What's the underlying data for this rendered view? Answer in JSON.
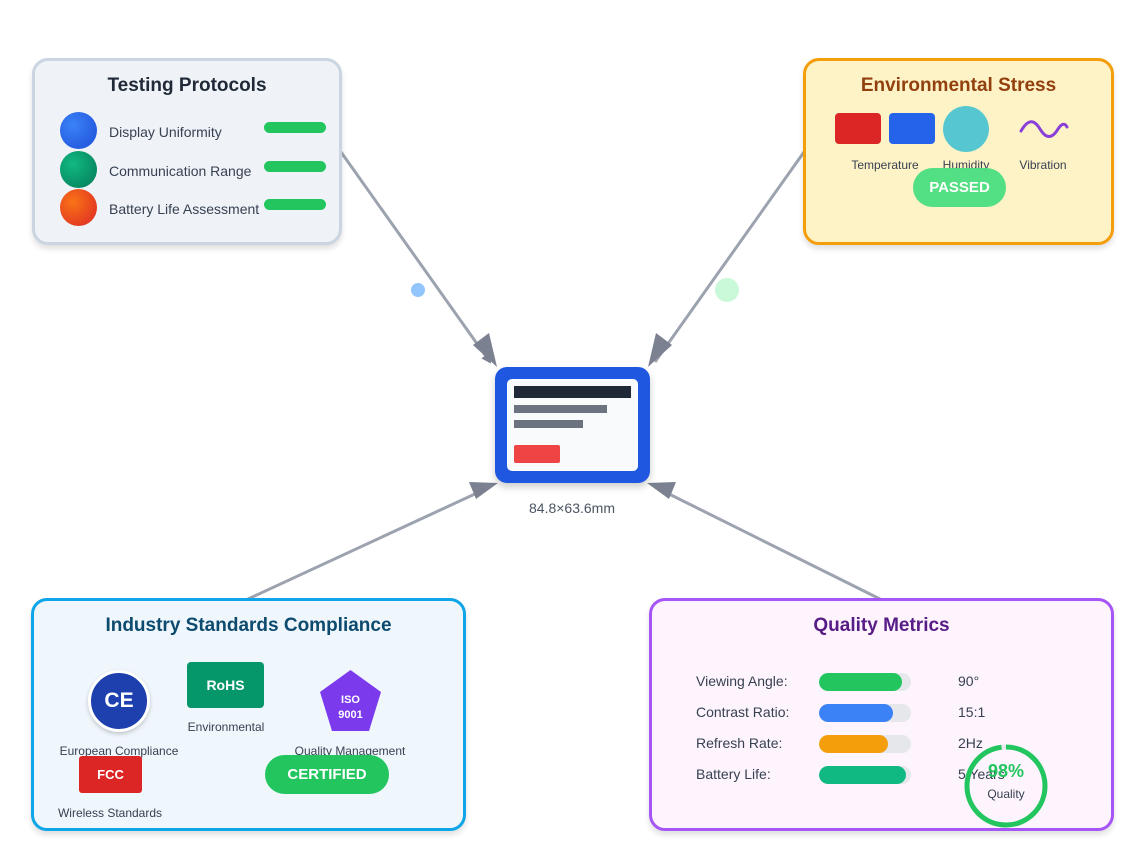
{
  "testing_protocols": {
    "title": "Testing Protocols",
    "items": [
      {
        "label": "Display Uniformity",
        "color": "#2563eb",
        "status_color": "#22c55e"
      },
      {
        "label": "Communication Range",
        "color": "#047857",
        "status_color": "#22c55e"
      },
      {
        "label": "Battery Life Assessment",
        "color": "#ea580c",
        "status_color": "#22c55e"
      }
    ]
  },
  "environmental_stress": {
    "title": "Environmental Stress",
    "items": [
      {
        "label": "Temperature",
        "icon": "temperature-swatch-icon",
        "color": "#dc2626"
      },
      {
        "label": "Humidity",
        "icon": "humidity-drop-icon",
        "color": "#56c7d0"
      },
      {
        "label": "Vibration",
        "icon": "vibration-wave-icon",
        "color": "#8b3fd9"
      }
    ],
    "extra_swatch_color": "#2563eb",
    "status": "PASSED"
  },
  "device": {
    "dimension": "84.8×63.6mm",
    "accent_color": "#2057e0",
    "button_color": "#ef4444"
  },
  "standards": {
    "title": "Industry Standards Compliance",
    "badges": [
      {
        "text": "CE",
        "label": "European Compliance",
        "color": "#1e40af"
      },
      {
        "text": "RoHS",
        "label": "Environmental",
        "color": "#059669"
      },
      {
        "text_line1": "ISO",
        "text_line2": "9001",
        "label": "Quality Management",
        "color": "#7c3aed"
      },
      {
        "text": "FCC",
        "label": "Wireless Standards",
        "color": "#dc2626"
      }
    ],
    "status": "CERTIFIED"
  },
  "quality_metrics": {
    "title": "Quality Metrics",
    "rows": [
      {
        "label": "Viewing Angle:",
        "value": "90°",
        "level": 0.9,
        "color": "#22c55e"
      },
      {
        "label": "Contrast Ratio:",
        "value": "15:1",
        "level": 0.8,
        "color": "#3b82f6"
      },
      {
        "label": "Refresh Rate:",
        "value": "2Hz",
        "level": 0.75,
        "color": "#f59e0b"
      },
      {
        "label": "Battery Life:",
        "value": "5 Years",
        "level": 0.95,
        "color": "#10b981"
      }
    ],
    "gauge": {
      "value": "98%",
      "label": "Quality",
      "level": 0.98,
      "color": "#22c55e"
    }
  },
  "decorations": {
    "dot_blue": "#93c5fd",
    "dot_green": "#bbf7d0",
    "connector_color": "#9ca3af"
  }
}
